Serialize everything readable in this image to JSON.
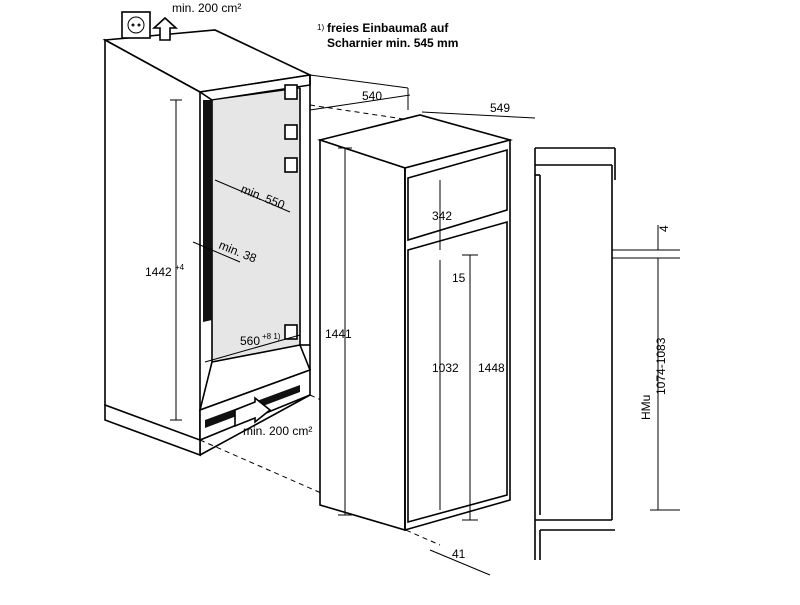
{
  "labels": {
    "vent_top": "min. 200 cm²",
    "vent_bottom": "min. 200 cm²",
    "footnote_mark": "1)",
    "footnote_line1": "freies Einbaumaß auf",
    "footnote_line2": "Scharnier min. 545 mm"
  },
  "dimensions": {
    "d540": "540",
    "d549": "549",
    "min550": "min. 550",
    "min38": "min. 38",
    "d342": "342",
    "d15": "15",
    "h1442": "1442",
    "h1442_sup": "+4",
    "d560": "560",
    "d560_sup": "+8 1)",
    "h1441": "1441",
    "h1032": "1032",
    "h1448": "1448",
    "d41": "41",
    "d4": "4",
    "hmu_label": "HMu",
    "hmu_range": "1074-1083"
  }
}
